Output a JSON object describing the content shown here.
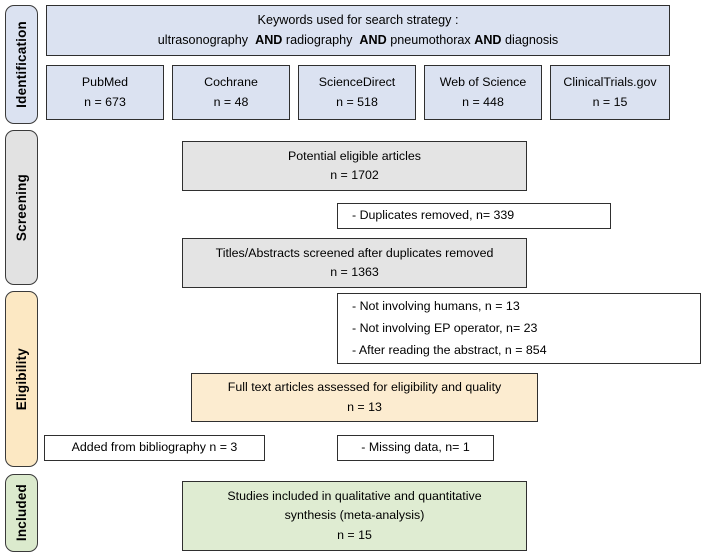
{
  "diagram": {
    "title": "PRISMA study selection flow diagram",
    "stages": [
      {
        "id": "identification",
        "label": "Identification",
        "color": "#dbe2f1"
      },
      {
        "id": "screening",
        "label": "Screening",
        "color": "#e2e2e2"
      },
      {
        "id": "eligibility",
        "label": "Eligibility",
        "color": "#fce8c3"
      },
      {
        "id": "included",
        "label": "Included",
        "color": "#dbeacd"
      }
    ]
  },
  "identification": {
    "keywords": {
      "line1": "Keywords used for search strategy :",
      "term1": "ultrasonography",
      "op1": "AND",
      "term2": "radiography",
      "op2": "AND",
      "term3": "pneumothorax",
      "op3": "AND",
      "term4": "diagnosis"
    },
    "databases": [
      {
        "name": "PubMed",
        "count": "n = 673"
      },
      {
        "name": "Cochrane",
        "count": "n = 48"
      },
      {
        "name": "ScienceDirect",
        "count": "n = 518"
      },
      {
        "name": "Web of Science",
        "count": "n = 448"
      },
      {
        "name": "ClinicalTrials.gov",
        "count": "n = 15"
      }
    ]
  },
  "screening": {
    "potential": {
      "line1": "Potential eligible articles",
      "line2": "n = 1702"
    },
    "duplicates": {
      "line1": "- Duplicates removed, n= 339"
    },
    "screened": {
      "line1": "Titles/Abstracts screened after duplicates removed",
      "line2": "n = 1363"
    }
  },
  "eligibility": {
    "excluded": {
      "line1": "- Not involving humans, n = 13",
      "line2": "- Not involving EP operator, n= 23",
      "line3": "- After reading the abstract, n = 854"
    },
    "fulltext": {
      "line1": "Full text articles assessed for eligibility and quality",
      "line2": "n = 13"
    },
    "bibliography": {
      "line1": "Added from bibliography n = 3"
    },
    "missing": {
      "line1": "- Missing data, n= 1"
    }
  },
  "included": {
    "final": {
      "line1": "Studies included in qualitative and quantitative",
      "line2": "synthesis (meta-analysis)",
      "line3": "n = 15"
    }
  },
  "chart_data": {
    "type": "table",
    "title": "PRISMA study selection flow",
    "stages": [
      {
        "stage": "Identification",
        "records": [
          {
            "source": "PubMed",
            "n": 673
          },
          {
            "source": "Cochrane",
            "n": 48
          },
          {
            "source": "ScienceDirect",
            "n": 518
          },
          {
            "source": "Web of Science",
            "n": 448
          },
          {
            "source": "ClinicalTrials.gov",
            "n": 15
          }
        ]
      },
      {
        "stage": "Screening",
        "records": [
          {
            "source": "Potential eligible articles",
            "n": 1702
          },
          {
            "source": "Duplicates removed",
            "n": 339
          },
          {
            "source": "Titles/Abstracts screened after duplicates removed",
            "n": 1363
          }
        ]
      },
      {
        "stage": "Eligibility",
        "records": [
          {
            "source": "Not involving humans",
            "n": 13
          },
          {
            "source": "Not involving EP operator",
            "n": 23
          },
          {
            "source": "After reading the abstract",
            "n": 854
          },
          {
            "source": "Full text articles assessed for eligibility and quality",
            "n": 13
          },
          {
            "source": "Added from bibliography",
            "n": 3
          },
          {
            "source": "Missing data",
            "n": 1
          }
        ]
      },
      {
        "stage": "Included",
        "records": [
          {
            "source": "Studies included in qualitative and quantitative synthesis (meta-analysis)",
            "n": 15
          }
        ]
      }
    ]
  }
}
